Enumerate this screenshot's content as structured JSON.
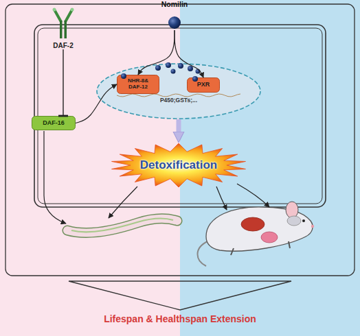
{
  "diagram": {
    "nodes": [
      {
        "text": [
          "DAF-2"
        ]
      },
      {
        "text": [
          "Nomilin"
        ]
      },
      {
        "text": [
          "P450;GSTs;..."
        ]
      },
      {
        "text": [
          "NHR-8& DAF-12"
        ],
        "in": 2
      },
      {
        "text": [
          "PXR"
        ],
        "in": 2
      },
      {
        "text": [
          "DAF-16"
        ]
      },
      {
        "text": [
          "Detoxification"
        ]
      }
    ],
    "edges": [
      {
        "from": 0,
        "to": 5,
        "arrow": "to"
      },
      {
        "from": 5,
        "to": 3,
        "arrow": "to"
      },
      {
        "from": 1,
        "to": 3,
        "arrow": "to"
      },
      {
        "from": 1,
        "to": 4,
        "arrow": "to"
      },
      {
        "from": 2,
        "to": 6,
        "arrow": "to"
      }
    ],
    "labels": [
      "Lifespan & Healthspan Extension"
    ]
  }
}
